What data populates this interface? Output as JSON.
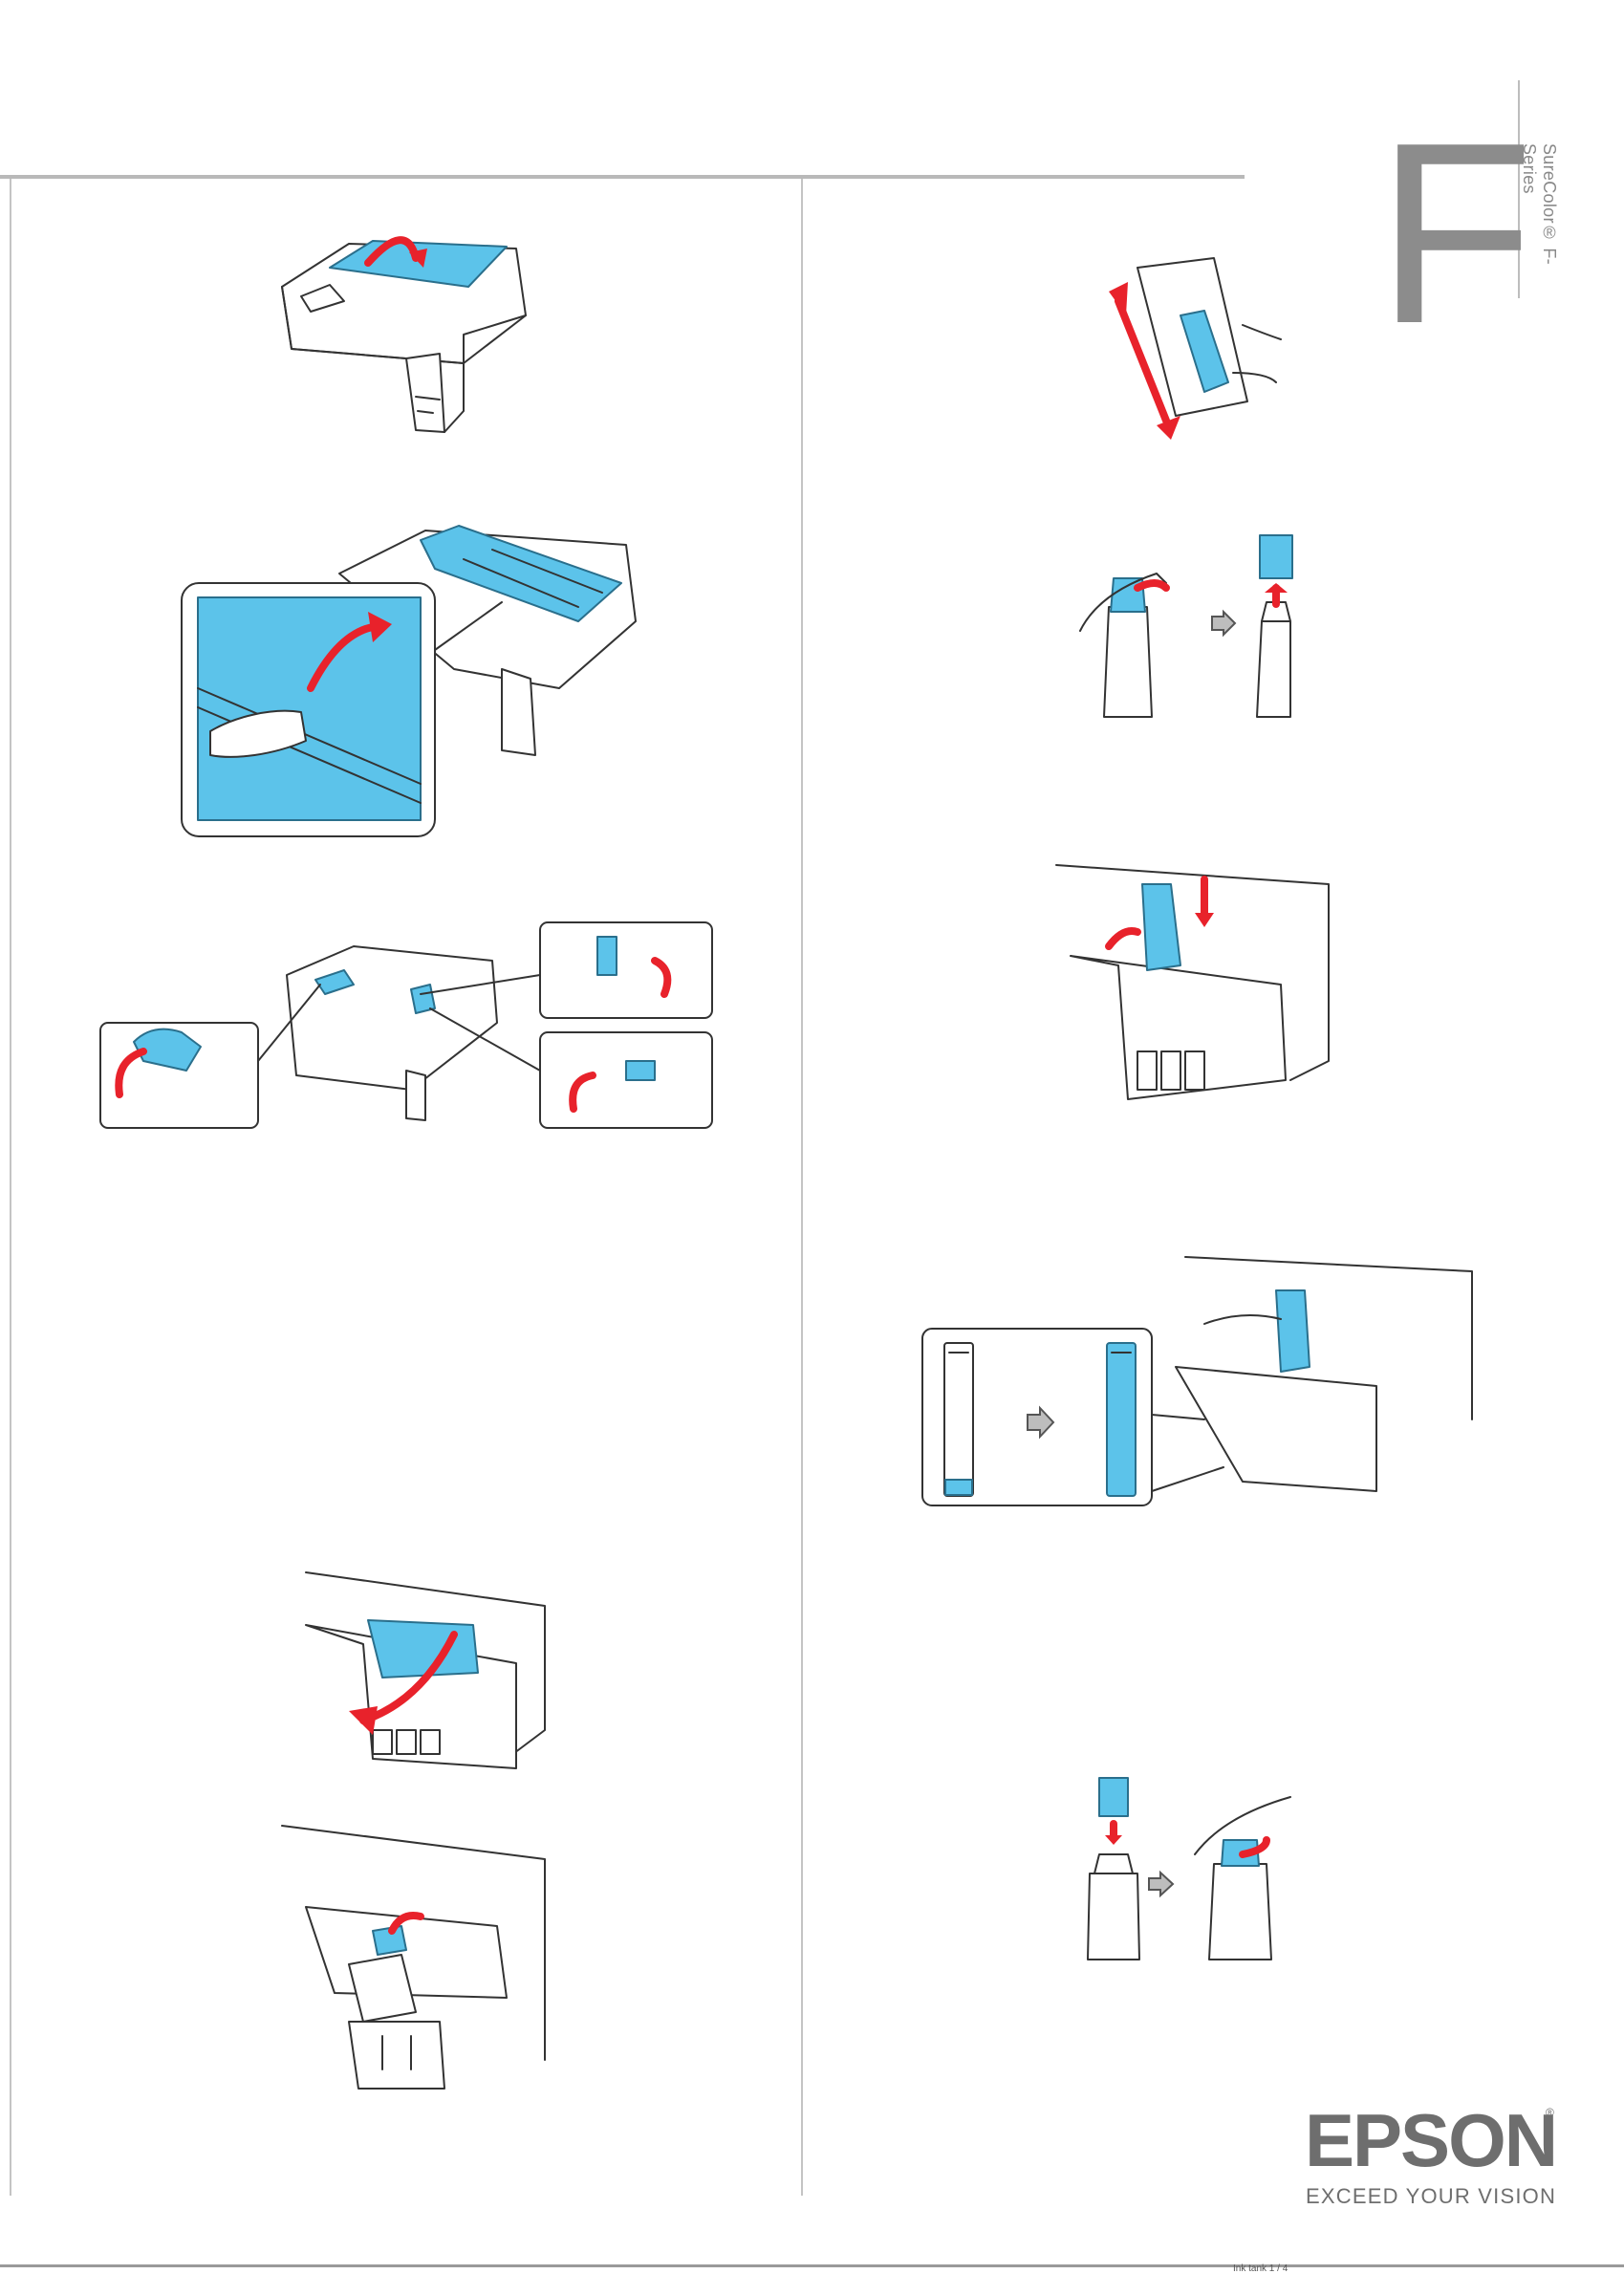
{
  "header": {
    "section_letter": "F",
    "series_label": "SureColor® F-Series"
  },
  "brand": {
    "logo_word": "EPSON",
    "registered_mark": "®",
    "tagline": "EXCEED YOUR VISION"
  },
  "footer": {
    "text": "Ink tank 1 / 4"
  },
  "figures": [
    {
      "name": "open-top-cover",
      "icon": "printer-cover-open-illustration"
    },
    {
      "name": "open-inner-cover",
      "icon": "inner-cover-lift-illustration"
    },
    {
      "name": "release-transport-locks",
      "icon": "transport-lock-illustration"
    },
    {
      "name": "open-ink-tank-cover",
      "icon": "ink-cover-open-illustration"
    },
    {
      "name": "open-tank-cap",
      "icon": "tank-cap-open-illustration"
    },
    {
      "name": "shake-ink-bottle",
      "icon": "shake-bottle-illustration"
    },
    {
      "name": "remove-bottle-cap",
      "icon": "bottle-cap-remove-illustration"
    },
    {
      "name": "insert-ink-bottle",
      "icon": "bottle-insert-illustration"
    },
    {
      "name": "fill-to-upper-line",
      "icon": "ink-level-illustration"
    },
    {
      "name": "recap-ink-bottle",
      "icon": "bottle-recap-illustration"
    }
  ],
  "colors": {
    "accent_blue": "#5cc3ea",
    "arrow_red": "#e8222b",
    "line_grey": "#b9b9b9"
  }
}
